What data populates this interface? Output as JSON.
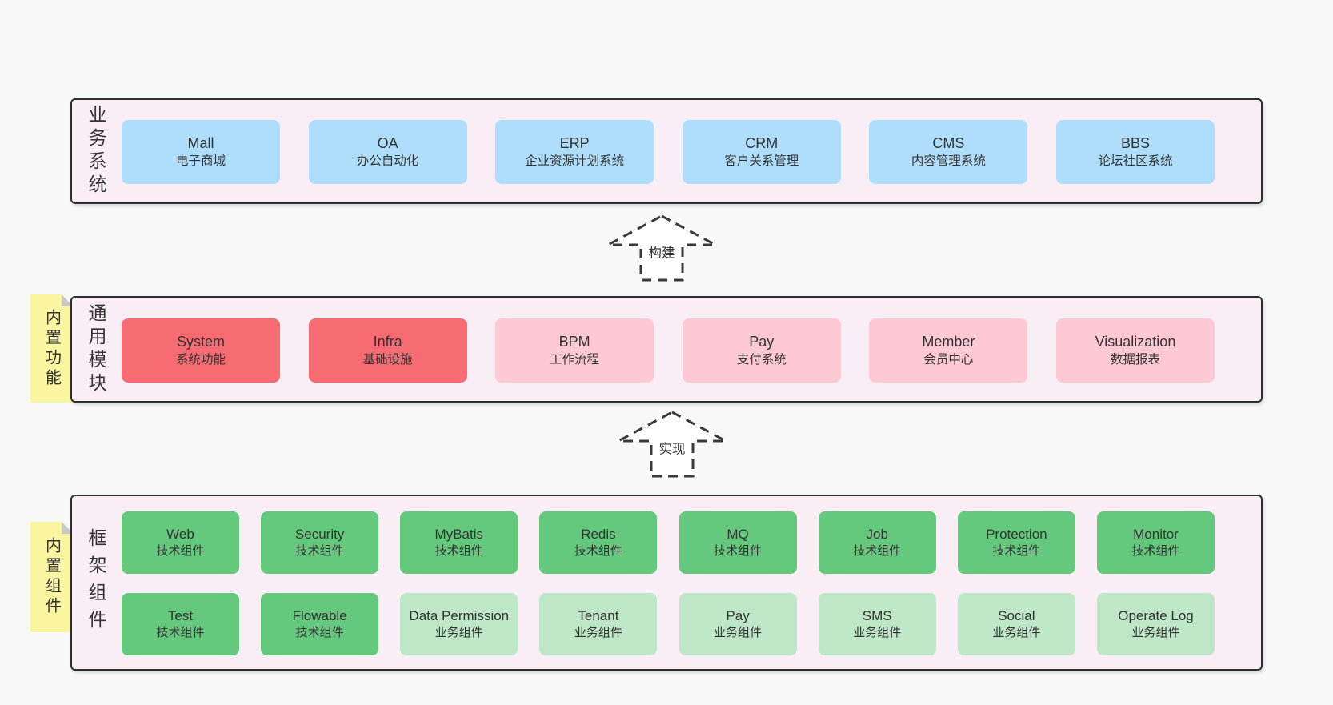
{
  "diagram": {
    "bands": {
      "business": {
        "label": "业务系统",
        "boxes": [
          {
            "title": "Mall",
            "subtitle": "电子商城"
          },
          {
            "title": "OA",
            "subtitle": "办公自动化"
          },
          {
            "title": "ERP",
            "subtitle": "企业资源计划系统"
          },
          {
            "title": "CRM",
            "subtitle": "客户关系管理"
          },
          {
            "title": "CMS",
            "subtitle": "内容管理系统"
          },
          {
            "title": "BBS",
            "subtitle": "论坛社区系统"
          }
        ]
      },
      "modules": {
        "label": "通用模块",
        "sticky": "内置功能",
        "boxes": [
          {
            "title": "System",
            "subtitle": "系统功能"
          },
          {
            "title": "Infra",
            "subtitle": "基础设施"
          },
          {
            "title": "BPM",
            "subtitle": "工作流程"
          },
          {
            "title": "Pay",
            "subtitle": "支付系统"
          },
          {
            "title": "Member",
            "subtitle": "会员中心"
          },
          {
            "title": "Visualization",
            "subtitle": "数据报表"
          }
        ]
      },
      "components": {
        "label": "框架组件",
        "sticky": "内置组件",
        "row1": [
          {
            "title": "Web",
            "subtitle": "技术组件"
          },
          {
            "title": "Security",
            "subtitle": "技术组件"
          },
          {
            "title": "MyBatis",
            "subtitle": "技术组件"
          },
          {
            "title": "Redis",
            "subtitle": "技术组件"
          },
          {
            "title": "MQ",
            "subtitle": "技术组件"
          },
          {
            "title": "Job",
            "subtitle": "技术组件"
          },
          {
            "title": "Protection",
            "subtitle": "技术组件"
          },
          {
            "title": "Monitor",
            "subtitle": "技术组件"
          }
        ],
        "row2": [
          {
            "title": "Test",
            "subtitle": "技术组件"
          },
          {
            "title": "Flowable",
            "subtitle": "技术组件"
          },
          {
            "title": "Data Permission",
            "subtitle": "业务组件"
          },
          {
            "title": "Tenant",
            "subtitle": "业务组件"
          },
          {
            "title": "Pay",
            "subtitle": "业务组件"
          },
          {
            "title": "SMS",
            "subtitle": "业务组件"
          },
          {
            "title": "Social",
            "subtitle": "业务组件"
          },
          {
            "title": "Operate Log",
            "subtitle": "业务组件"
          }
        ]
      }
    },
    "arrows": {
      "build": {
        "label": "构建"
      },
      "implement": {
        "label": "实现"
      }
    },
    "colors": {
      "page_bg": "#f8f8f8",
      "band_bg": "#f9edf6",
      "band_border": "#2f2f2f",
      "node_blue": "#aedefb",
      "node_red": "#f66c72",
      "node_pink": "#ffc9d3",
      "node_green": "#64c87d",
      "node_green_light": "#bde7c6",
      "sticky_yellow": "#f9f5a0",
      "sticky_fold": "#c8c8c8",
      "text": "#333333"
    }
  }
}
